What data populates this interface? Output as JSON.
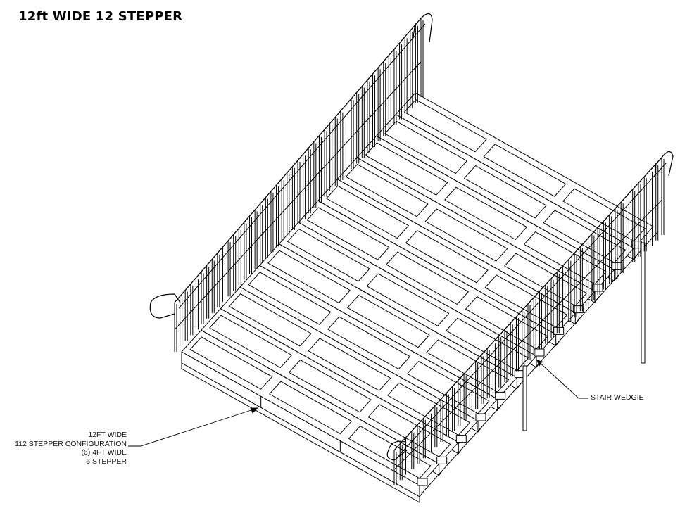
{
  "title": "12ft WIDE 12 STEPPER",
  "callouts": {
    "configuration": {
      "lines": [
        "12FT WIDE",
        "112 STEPPER CONFIGURATION",
        "(6) 4FT WIDE",
        "6 STEPPER"
      ]
    },
    "stair_wedgie": {
      "label": "STAIR WEDGIE"
    }
  },
  "diagram": {
    "step_count": 12,
    "modules_across": 3,
    "stroke_color": "#000000",
    "background": "#ffffff"
  }
}
